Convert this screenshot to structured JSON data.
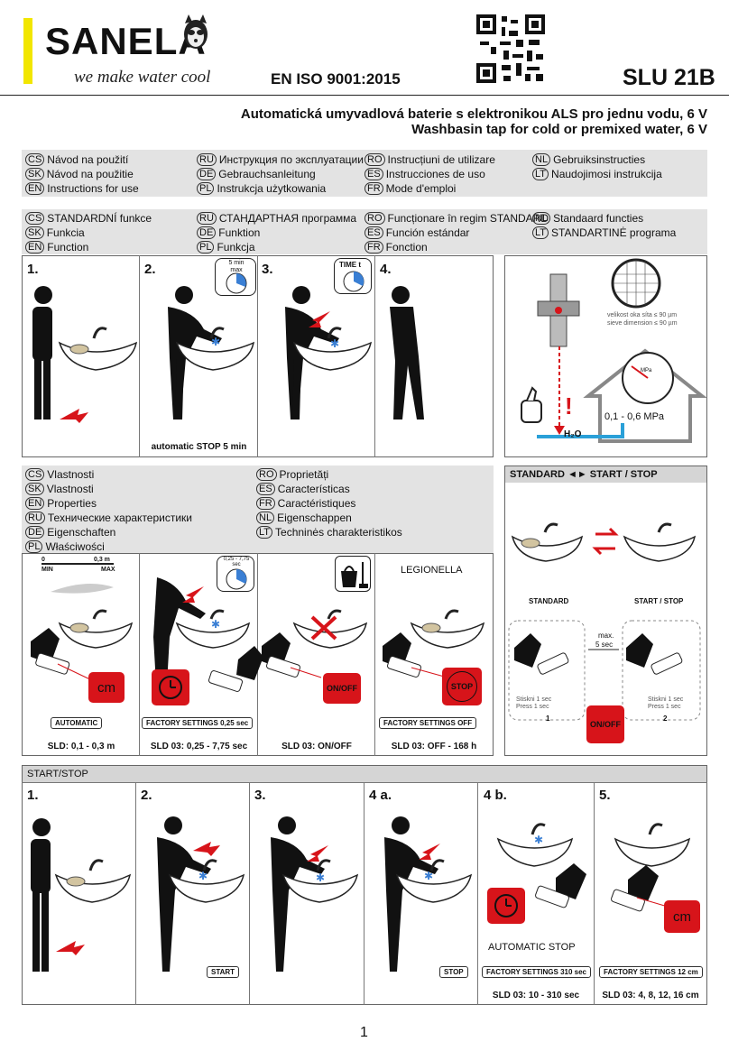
{
  "header": {
    "brand": "SANELA",
    "tagline": "we make water cool",
    "iso": "EN ISO 9001:2015",
    "model": "SLU 21B",
    "title_cz": "Automatická umyvadlová baterie s elektronikou ALS pro jednu vodu, 6 V",
    "title_en": "Washbasin tap for cold or premixed water, 6 V"
  },
  "manuals": [
    {
      "code": "CS",
      "text": "Návod na použití"
    },
    {
      "code": "RU",
      "text": "Инструкция по эксплуатации"
    },
    {
      "code": "RO",
      "text": "Instrucțiuni de utilizare"
    },
    {
      "code": "NL",
      "text": "Gebruiksinstructies"
    },
    {
      "code": "SK",
      "text": "Návod na použitie"
    },
    {
      "code": "DE",
      "text": "Gebrauchsanleitung"
    },
    {
      "code": "ES",
      "text": "Instrucciones de uso"
    },
    {
      "code": "LT",
      "text": "Naudojimosi instrukcija"
    },
    {
      "code": "EN",
      "text": "Instructions for use"
    },
    {
      "code": "PL",
      "text": "Instrukcja użytkowania"
    },
    {
      "code": "FR",
      "text": "Mode d'emploi"
    }
  ],
  "functions": [
    {
      "code": "CS",
      "text": "STANDARDNÍ funkce"
    },
    {
      "code": "RU",
      "text": "СТАНДАРТНАЯ программа"
    },
    {
      "code": "RO",
      "text": "Funcționare în regim STANDARD"
    },
    {
      "code": "NL",
      "text": "Standaard functies"
    },
    {
      "code": "SK",
      "text": "Funkcia"
    },
    {
      "code": "DE",
      "text": "Funktion"
    },
    {
      "code": "ES",
      "text": "Función estándar"
    },
    {
      "code": "LT",
      "text": "STANDARTINĖ programa"
    },
    {
      "code": "EN",
      "text": "Function"
    },
    {
      "code": "PL",
      "text": "Funkcja"
    },
    {
      "code": "FR",
      "text": "Fonction"
    }
  ],
  "standard_steps": {
    "n1": "1.",
    "n2": "2.",
    "n3": "3.",
    "n4": "4.",
    "timer_label": "5 min max",
    "time_label": "TIME t",
    "foot": "automatic STOP 5 min"
  },
  "filter": {
    "mesh1": "velikost oka síta ≤ 90 µm",
    "mesh2": "sieve dimension ≤ 90 µm",
    "pressure": "0,1 - 0,6 MPa",
    "gauge_unit": "MPa",
    "water": "H₂O"
  },
  "properties": [
    {
      "code": "CS",
      "text": "Vlastnosti"
    },
    {
      "code": "RO",
      "text": "Proprietăți"
    },
    {
      "code": "SK",
      "text": "Vlastnosti"
    },
    {
      "code": "ES",
      "text": "Características"
    },
    {
      "code": "EN",
      "text": "Properties"
    },
    {
      "code": "FR",
      "text": "Caractéristiques"
    },
    {
      "code": "RU",
      "text": "Технические характеристики"
    },
    {
      "code": "NL",
      "text": "Eigenschappen"
    },
    {
      "code": "DE",
      "text": "Eigenschaften"
    },
    {
      "code": "LT",
      "text": "Techninės charakteristikos"
    },
    {
      "code": "PL",
      "text": "Właściwości"
    }
  ],
  "props_panels": {
    "range_min": "0",
    "range_max": "0,3 m",
    "min": "MIN",
    "max": "MAX",
    "timer": "0,25 - 7,75 sec",
    "legionella": "LEGIONELLA",
    "tag1": "AUTOMATIC",
    "tag2": "FACTORY SETTINGS 0,25 sec",
    "tag4": "FACTORY SETTINGS OFF",
    "cm": "cm",
    "onoff": "ON/OFF",
    "legio_stop": "STOP",
    "foot1": "SLD: 0,1 - 0,3 m",
    "foot2": "SLD 03: 0,25 - 7,75 sec",
    "foot3": "SLD 03: ON/OFF",
    "foot4": "SLD 03: OFF - 168 h"
  },
  "standard_startstop": {
    "header": "STANDARD ◄► START / STOP",
    "standard": "STANDARD",
    "startstop": "START / STOP",
    "max": "max.",
    "sec": "5 sec",
    "press_cz": "Stiskni 1 sec",
    "press_en": "Press 1 sec",
    "one": "1",
    "two": "2",
    "onoff": "ON/OFF"
  },
  "startstop": {
    "header": "START/STOP",
    "n1": "1.",
    "n2": "2.",
    "n3": "3.",
    "n4a": "4 a.",
    "n4b": "4 b.",
    "n5": "5.",
    "start": "START",
    "stop": "STOP",
    "auto_stop": "AUTOMATIC STOP",
    "tag310": "FACTORY SETTINGS 310 sec",
    "tag12": "FACTORY SETTINGS 12 cm",
    "cm": "cm",
    "foot1": "SLD 03: 10 - 310 sec",
    "foot2": "SLD 03: 4, 8, 12, 16 cm"
  },
  "page_number": "1"
}
